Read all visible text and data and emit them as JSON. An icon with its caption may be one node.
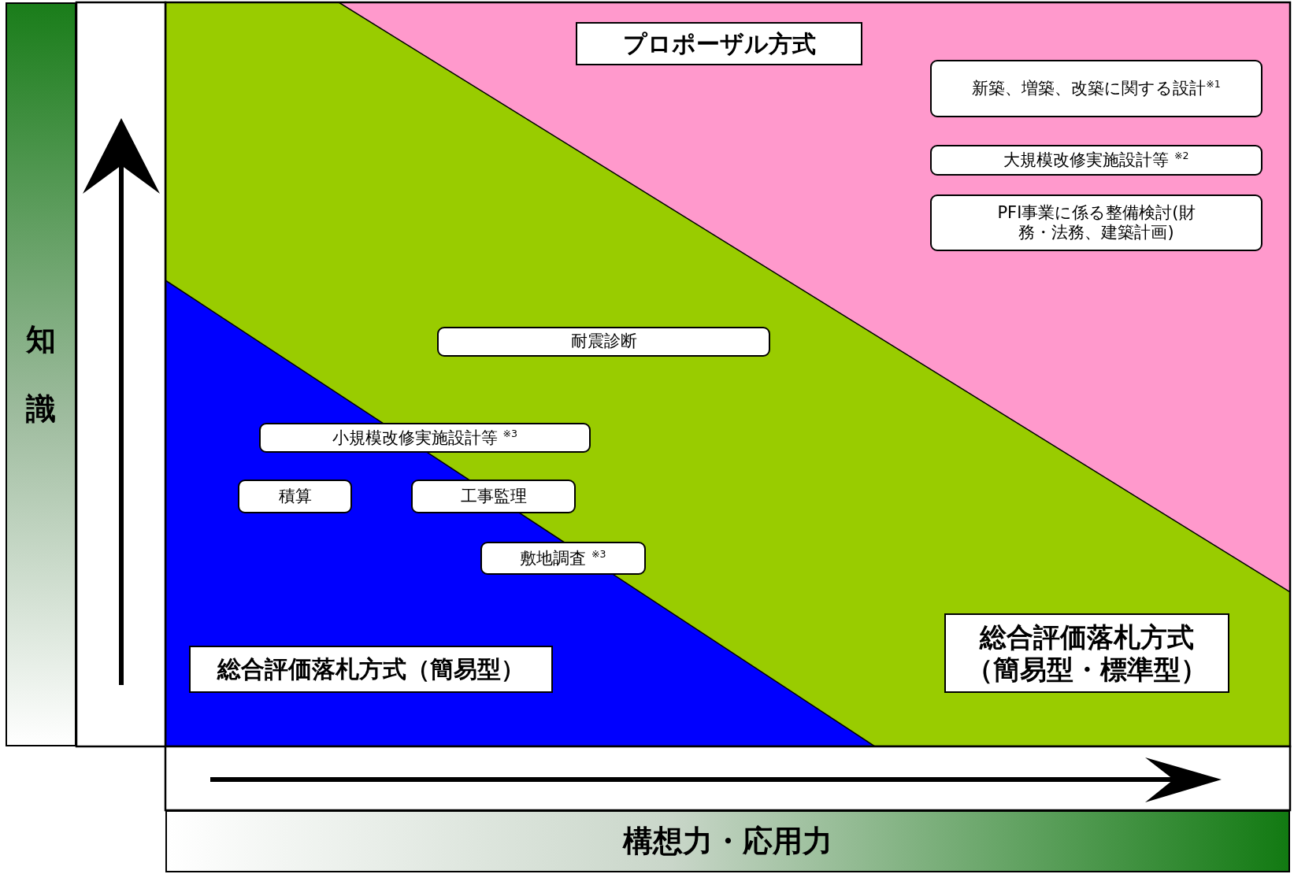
{
  "diagram": {
    "nodes": [
      {
        "text": [
          "知識"
        ]
      },
      {
        "text": [
          "プロポーザル方式"
        ]
      },
      {
        "text": [
          "新築、増築、改築に関する設計$^{※1}$"
        ]
      },
      {
        "text": [
          "大規模改修実施設計等 $^{※2}$"
        ]
      },
      {
        "text": [
          "PFI事業に係る整備検討(財務・法務、建築計画)"
        ]
      },
      {
        "text": [
          "耐震診断"
        ]
      },
      {
        "text": [
          "小規模改修実施設計等 $^{※3}$"
        ]
      },
      {
        "text": [
          "積算"
        ]
      },
      {
        "text": [
          "工事監理"
        ]
      },
      {
        "text": [
          "敷地調査 $^{※3}$"
        ]
      },
      {
        "text": [
          "総合評価落札方式（簡易型）"
        ]
      },
      {
        "text": [
          "総合評価落札方式（簡易型・標準型）"
        ]
      },
      {
        "text": [
          "構想力・応用力"
        ]
      }
    ]
  }
}
